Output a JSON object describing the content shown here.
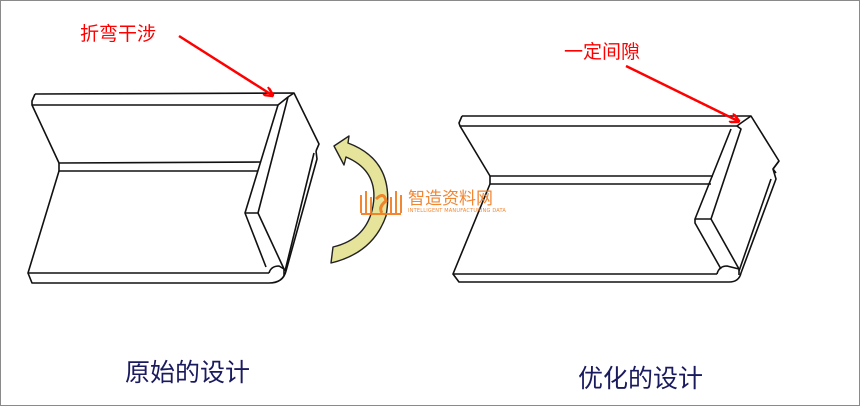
{
  "left": {
    "annotation": "折弯干涉",
    "caption": "原始的设计"
  },
  "right": {
    "annotation": "一定间隙",
    "caption": "优化的设计"
  },
  "watermark": {
    "title": "智造资料网",
    "subtitle": "INTELLIGENT MANUFACTURING DATA"
  },
  "colors": {
    "annotation": "#ff0000",
    "caption": "#1a1a5e",
    "arrow_fill": "#e6e39a",
    "watermark": "#f07a1e"
  }
}
